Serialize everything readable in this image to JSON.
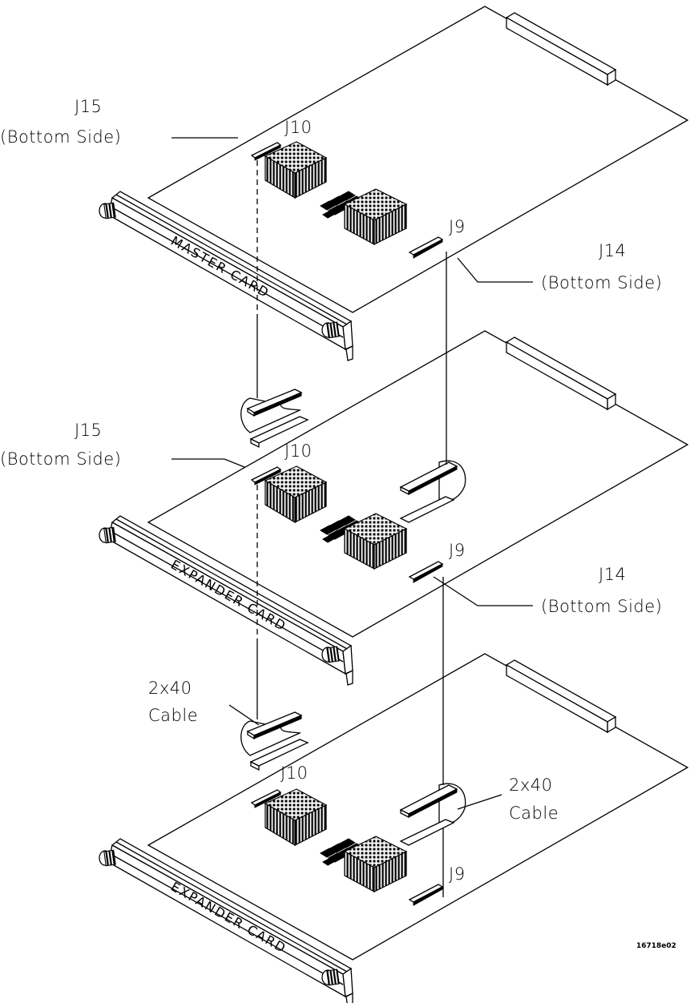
{
  "labels": {
    "j15_top": "J15",
    "j15_top_sub": "(Bottom Side)",
    "j10_top": "J10",
    "j9_top": "J9",
    "j14_top": "J14",
    "j14_top_sub": "(Bottom Side)",
    "j15_mid": "J15",
    "j15_mid_sub": "(Bottom Side)",
    "j10_mid": "J10",
    "j9_mid": "J9",
    "j14_mid": "J14",
    "j14_mid_sub": "(Bottom Side)",
    "cable_left_1": "2x40",
    "cable_left_2": "Cable",
    "j10_bot": "J10",
    "cable_right_1": "2x40",
    "cable_right_2": "Cable",
    "j9_bot": "J9"
  },
  "cards": {
    "top": "MASTER CARD",
    "middle": "EXPANDER CARD",
    "bottom": "EXPANDER CARD"
  },
  "figure_code": "16718e02"
}
